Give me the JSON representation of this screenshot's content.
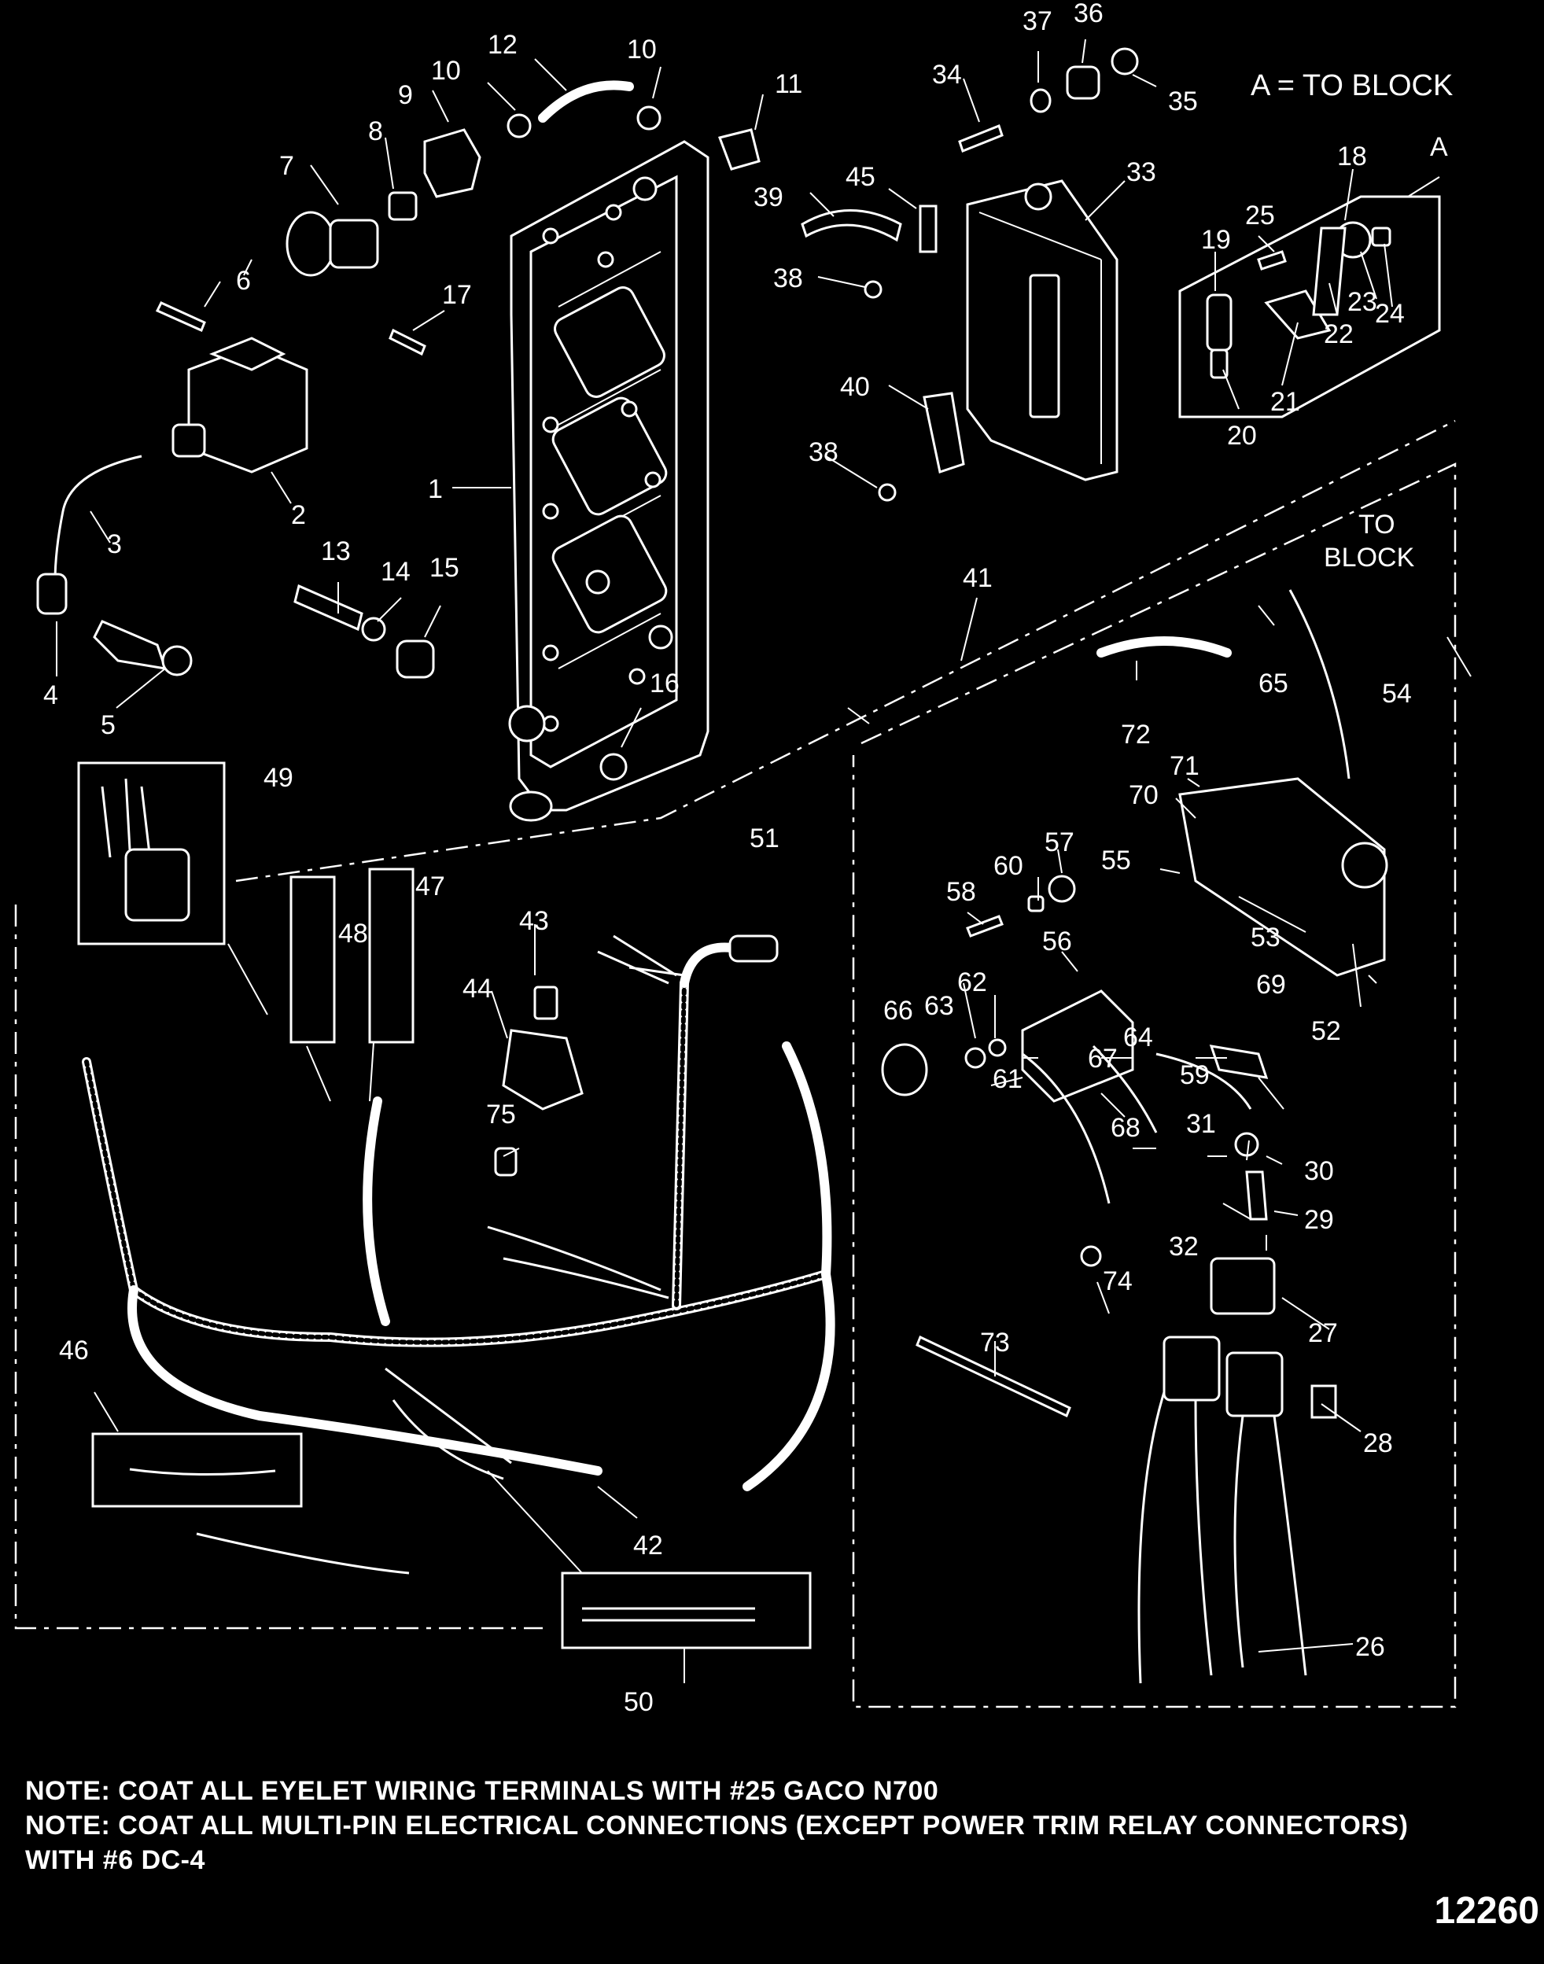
{
  "header_note": "A = TO BLOCK",
  "block_label": "A",
  "to_block_line1": "TO",
  "to_block_line2": "BLOCK",
  "callouts": [
    "1",
    "2",
    "3",
    "4",
    "5",
    "6",
    "7",
    "8",
    "9",
    "10",
    "10",
    "11",
    "12",
    "13",
    "14",
    "15",
    "16",
    "17",
    "18",
    "19",
    "20",
    "21",
    "22",
    "23",
    "24",
    "25",
    "26",
    "27",
    "28",
    "29",
    "30",
    "31",
    "32",
    "33",
    "34",
    "35",
    "36",
    "37",
    "38",
    "38",
    "39",
    "40",
    "41",
    "42",
    "43",
    "44",
    "45",
    "46",
    "47",
    "48",
    "49",
    "50",
    "51",
    "52",
    "53",
    "54",
    "55",
    "56",
    "57",
    "58",
    "59",
    "60",
    "61",
    "62",
    "63",
    "64",
    "65",
    "66",
    "67",
    "68",
    "69",
    "70",
    "71",
    "72",
    "73",
    "74",
    "75"
  ],
  "notes": [
    "NOTE: COAT ALL EYELET WIRING TERMINALS WITH #25 GACO N700",
    "NOTE: COAT ALL MULTI-PIN ELECTRICAL CONNECTIONS (EXCEPT POWER TRIM RELAY CONNECTORS)",
    "WITH #6 DC-4"
  ],
  "drawing_number": "12260"
}
